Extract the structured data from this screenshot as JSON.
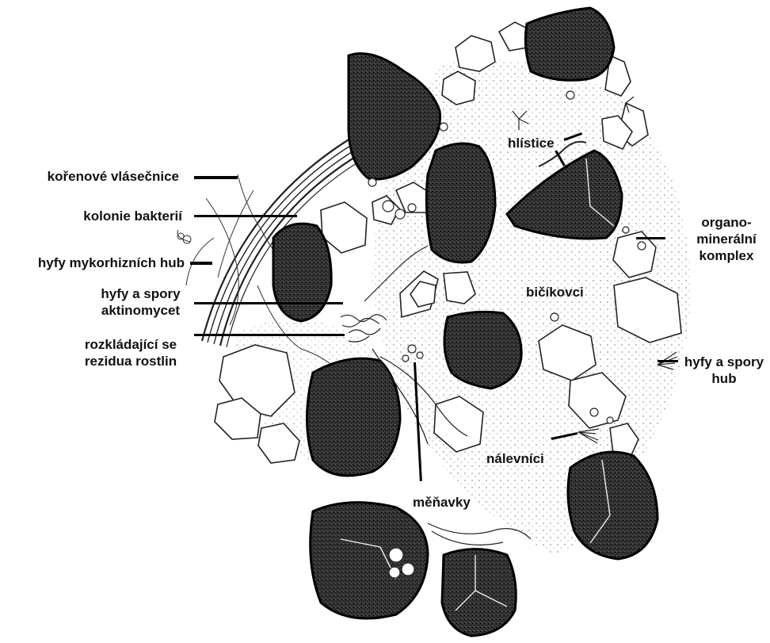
{
  "labels": {
    "root_hairs": "kořenové vlásečnice",
    "bacteria": "kolonie bakterií",
    "mycorrhiza": "hyfy mykorhizních hub",
    "actino_1": "hyfy a spory",
    "actino_2": "aktinomycet",
    "residue_1": "rozkládající se",
    "residue_2": "rezidua rostlin",
    "nematodes": "hlístice",
    "organo_1": "organo-",
    "organo_2": "minerální",
    "organo_3": "komplex",
    "flagellates": "bičíkovci",
    "fungi_1": "hyfy a spory",
    "fungi_2": "hub",
    "ciliates": "nálevníci",
    "amoebae": "měňavky"
  },
  "colors": {
    "ink": "#111111",
    "background": "#ffffff"
  }
}
